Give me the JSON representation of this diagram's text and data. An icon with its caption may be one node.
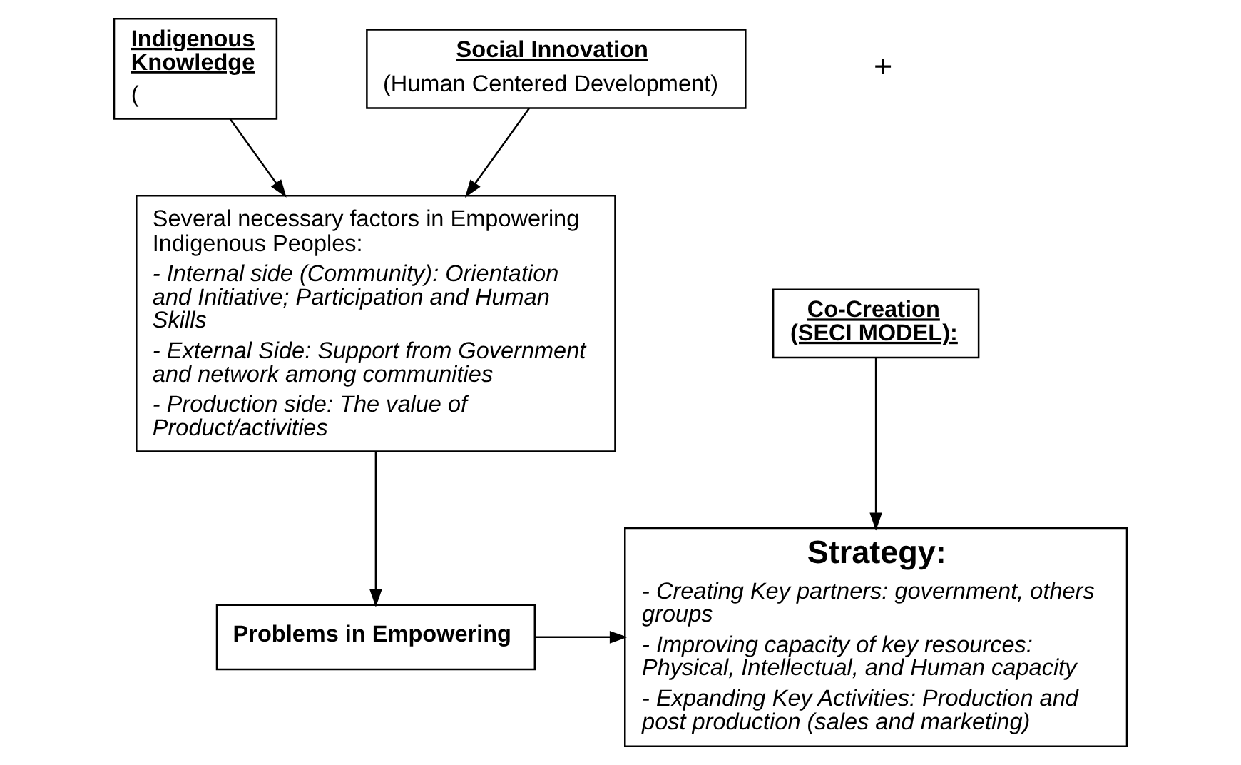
{
  "diagram": {
    "nodes": [
      {
        "text": [
          "Indigenous Knowledge",
          "("
        ]
      },
      {
        "text": [
          "Social Innovation",
          "(Human Centered Development)"
        ]
      },
      {
        "text": [
          "Several necessary factors in Empowering Indigenous Peoples:",
          "- Internal side (Community): Orientation and Initiative; Participation and Human Skills",
          "- External Side: Support from Government and network among communities",
          "- Production side: The value of Product/activities"
        ]
      },
      {
        "text": [
          "Co-Creation (SECI MODEL):"
        ]
      },
      {
        "text": [
          "Strategy:",
          "- Creating Key partners: government, others groups",
          "- Improving capacity of key resources: Physical, Intellectual, and Human capacity",
          "- Expanding Key Activities: Production and post production (sales and marketing)"
        ]
      },
      {
        "text": [
          "Problems in Empowering"
        ]
      }
    ],
    "edges": [
      {
        "from": 0,
        "to": 2,
        "arrow": "to"
      },
      {
        "from": 1,
        "to": 2,
        "arrow": "to"
      },
      {
        "from": 3,
        "to": 4,
        "arrow": "to"
      },
      {
        "from": 2,
        "to": 5,
        "arrow": "to"
      },
      {
        "from": 5,
        "to": 4,
        "arrow": "to"
      }
    ],
    "labels": [
      "+"
    ]
  }
}
